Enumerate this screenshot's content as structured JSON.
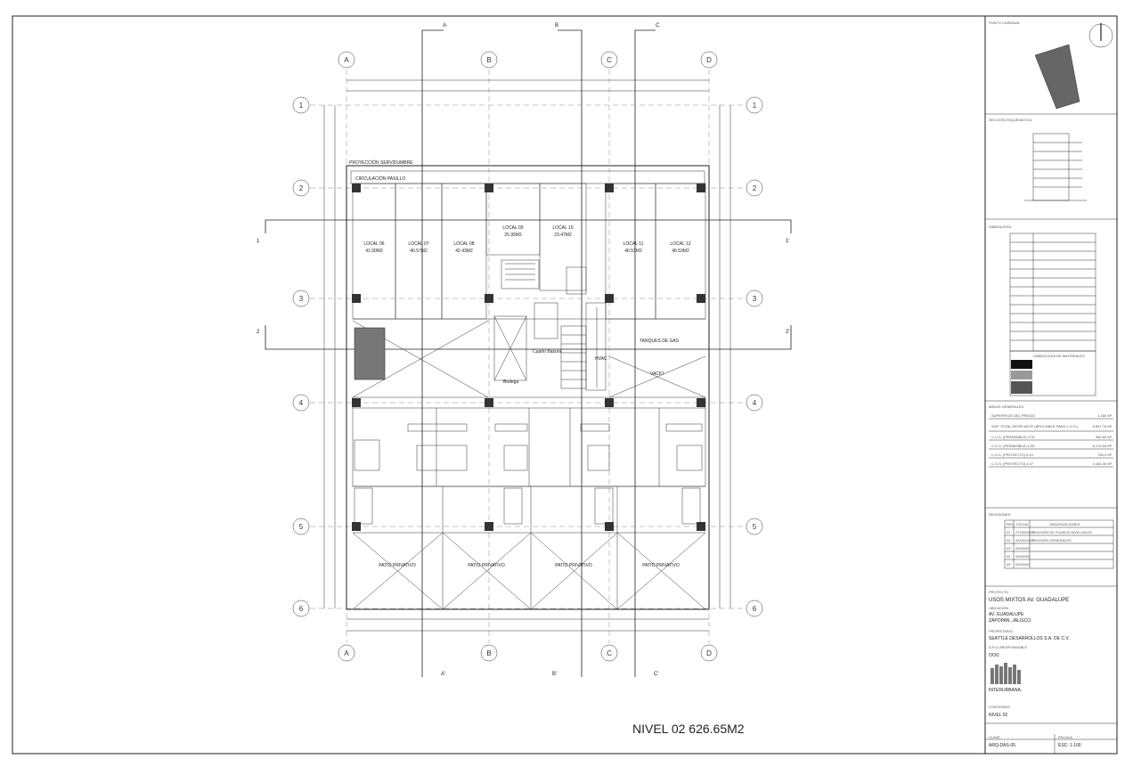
{
  "plan": {
    "title": "NIVEL 02 626.65M2",
    "axes_letters": [
      "A",
      "B",
      "C",
      "D"
    ],
    "axes_numbers": [
      "1",
      "2",
      "3",
      "4",
      "5",
      "6"
    ],
    "section_top": [
      "A",
      "B",
      "C"
    ],
    "section_bottom": [
      "A'",
      "B'",
      "C'"
    ],
    "section_left": [
      "1",
      "2"
    ],
    "section_right": [
      "1'",
      "2'"
    ],
    "labels": {
      "proyeccion": "PROYECCIÓN SERVIDUMBRE",
      "circulacion": "CIRCULACIÓN PASILLO",
      "tanques": "TANQUES DE GAS",
      "hvac": "HVAC",
      "vacio": "VACIO",
      "bodega": "Bodega",
      "cuarto": "Cuarto Basura"
    },
    "locales": [
      {
        "name": "LOCAL 06",
        "area": "41.00M2"
      },
      {
        "name": "LOCAL 07",
        "area": "40.57M2"
      },
      {
        "name": "LOCAL 08",
        "area": "42.43M2"
      },
      {
        "name": "LOCAL 09",
        "area": "25.95M2"
      },
      {
        "name": "LOCAL 10",
        "area": "23.47M2"
      },
      {
        "name": "LOCAL 11",
        "area": "40.53M2"
      },
      {
        "name": "LOCAL 12",
        "area": "40.53M2"
      }
    ],
    "patios": [
      "PATIO PRIVATIVO",
      "PATIO PRIVATIVO",
      "PATIO PRIVATIVO",
      "PATIO PRIVATIVO"
    ]
  },
  "panel": {
    "punto_cardinal": "PUNTO CARDINAL",
    "seccion_esquematica": "SECCIÓN ESQUEMÁTICA",
    "simbologia": "SIMBOLOGÍA",
    "simbologia_materiales": "SIMBOLOGÍA DE MATERIALES",
    "areas_generales": "ÁREAS GENERALES",
    "areas": [
      {
        "label": "SUPERFICIE DEL PREDIO",
        "value": "1,160 M²"
      },
      {
        "label": "SUP. TOTAL DESPLANTE (APLICABLE PARA C.O.S.)",
        "value": "6,847.76 M²"
      },
      {
        "label": "C.U.S. (PERMISIBLE) 4.76",
        "value": "960.60 M²"
      },
      {
        "label": "C.O.S. (PERMISIBLE) 0.80",
        "value": "8,173.03 M²"
      },
      {
        "label": "C.U.S. (PROYECTO) 0.10",
        "value": "756.0 M²"
      },
      {
        "label": "C.O.S. (PROYECTO) 4.07",
        "value": "4,181.30 M²"
      }
    ],
    "revisiones": "REVISIONES",
    "rev_headers": [
      "REV.",
      "FECHA",
      "OBSERVACIONES"
    ],
    "rev_rows": [
      [
        "01",
        "27/03/2019",
        "REVISIÓN DE PLANOS NIVEL ADOS"
      ],
      [
        "02",
        "04/04/2019",
        "REVISIÓN GENERALES"
      ],
      [
        "03",
        "00/00/00",
        ""
      ],
      [
        "04",
        "00/00/00",
        ""
      ],
      [
        "05",
        "00/00/00",
        ""
      ]
    ],
    "proyecto_label": "PROYECTO",
    "proyecto": "USOS MIXTOS AV. GUADALUPE",
    "ubicacion_label": "UBICACIÓN",
    "ubicacion_1": "AV. GUADALUPE",
    "ubicacion_2": "ZAPOPAN, JALISCO.",
    "propietario_label": "PROPIETARIO",
    "propietario": "SEATTLE DESARROLLOS S.A. DE C.V.",
    "responsable_label": "D.R.O./RESPONSABLE",
    "responsable": "OOO",
    "empresa": "INTERURBANA.",
    "contenido_label": "CONTENIDO",
    "contenido": "NIVEL 02",
    "clave_label": "CLAVE",
    "clave": "ARQ-DAS-05",
    "escala_label": "ESCALA",
    "escala": "ESC: 1:100"
  }
}
